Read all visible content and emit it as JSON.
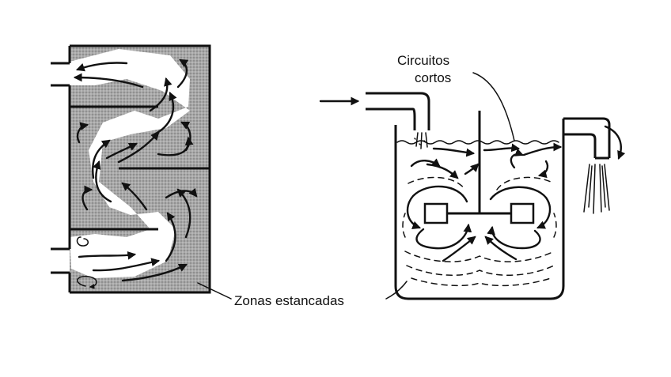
{
  "labels": {
    "stagnant_zones": "Zonas estancadas",
    "short_circuits_line1": "Circuitos",
    "short_circuits_line2": "cortos"
  },
  "colors": {
    "ink": "#111111",
    "stagnant_fill": "#9a9a9a",
    "background": "#ffffff"
  },
  "icons": {
    "flow_arrow": "arrowhead",
    "impeller": "square-blade",
    "spray": "water-spray"
  }
}
